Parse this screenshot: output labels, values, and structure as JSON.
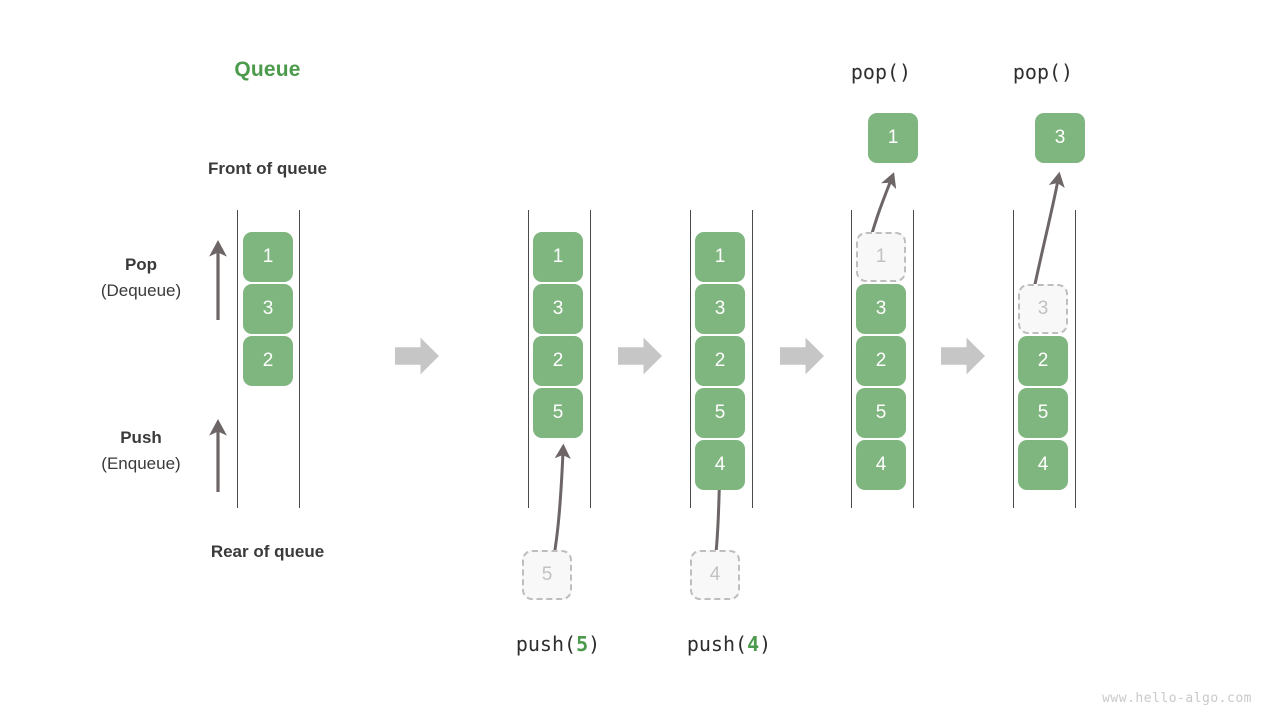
{
  "diagram": {
    "title": "Queue",
    "title_color": "#4C9A4C",
    "front_label": "Front of queue",
    "rear_label": "Rear of queue",
    "watermark": "www.hello-algo.com",
    "element_color": "#7FB57F",
    "ghost_color": "#F8F8F8",
    "arrow_color": "#C6C6C6"
  },
  "side_labels": {
    "pop": {
      "line1": "Pop",
      "line2": "(Dequeue)"
    },
    "push": {
      "line1": "Push",
      "line2": "(Enqueue)"
    }
  },
  "stages": [
    {
      "name": "initial",
      "items": [
        "1",
        "3",
        "2"
      ],
      "caption": "",
      "caption_prefix": "",
      "caption_arg": "",
      "caption_suffix": ""
    },
    {
      "name": "push-5",
      "items": [
        "1",
        "3",
        "2",
        "5"
      ],
      "incoming": "5",
      "caption_prefix": "push(",
      "caption_arg": "5",
      "caption_suffix": ")"
    },
    {
      "name": "push-4",
      "items": [
        "1",
        "3",
        "2",
        "5",
        "4"
      ],
      "incoming": "4",
      "caption_prefix": "push(",
      "caption_arg": "4",
      "caption_suffix": ")"
    },
    {
      "name": "pop-1",
      "items": [
        "1",
        "3",
        "2",
        "5",
        "4"
      ],
      "removed": "1",
      "popped_value": "1",
      "caption_top": "pop()"
    },
    {
      "name": "pop-3",
      "items": [
        "3",
        "2",
        "5",
        "4"
      ],
      "removed": "3",
      "popped_value": "3",
      "caption_top": "pop()"
    }
  ]
}
